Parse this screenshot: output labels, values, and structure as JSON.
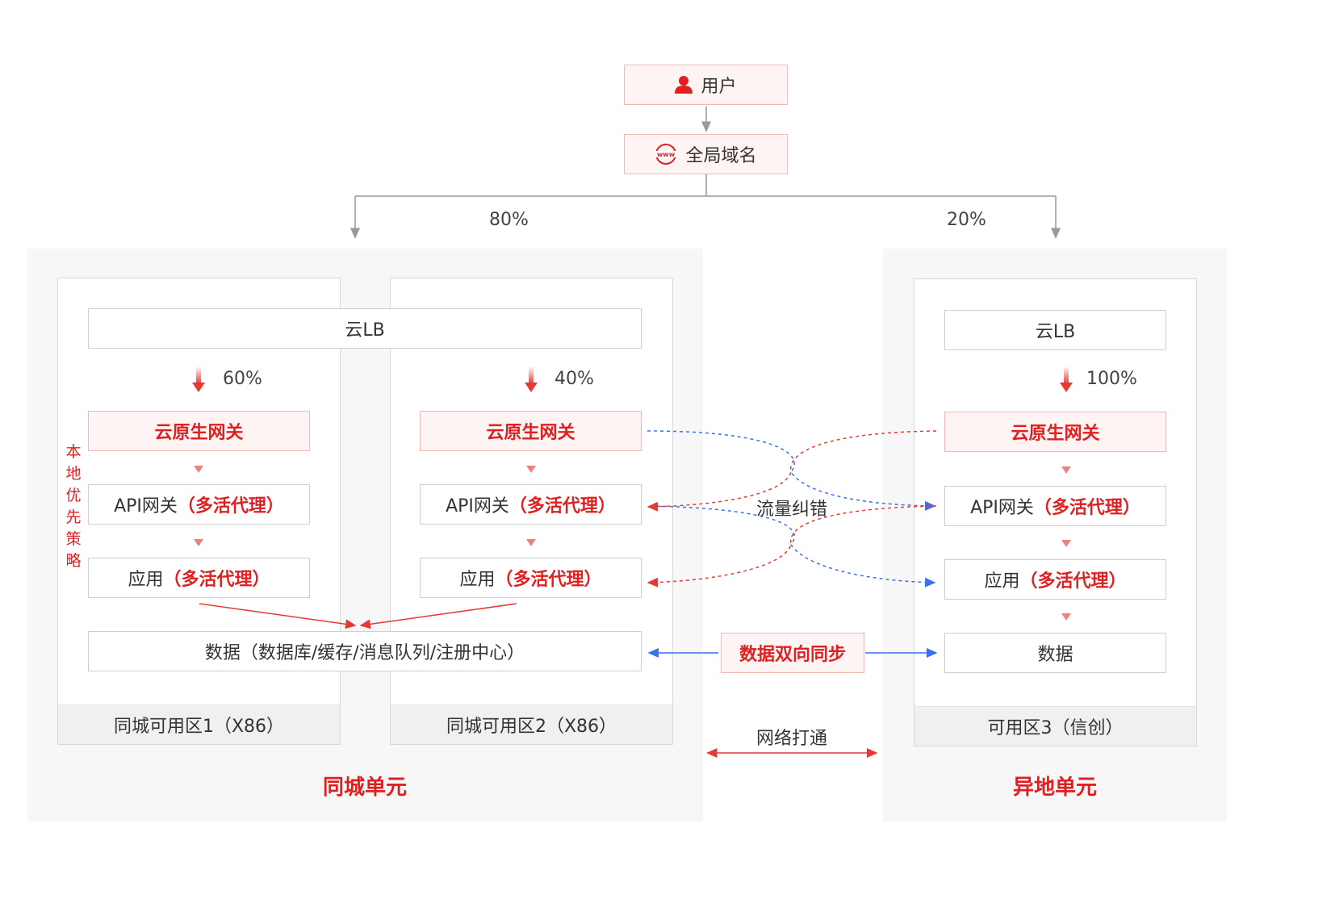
{
  "top": {
    "user": {
      "icon": "user-icon",
      "label": "用户"
    },
    "domain": {
      "icon": "www-globe-icon",
      "label": "全局域名"
    }
  },
  "split": {
    "left_pct": "80%",
    "right_pct": "20%"
  },
  "same_city_unit": {
    "label": "同城单元",
    "cloud_lb": "云LB",
    "zone1": {
      "footer": "同城可用区1（X86）",
      "pct": "60%",
      "gateway": "云原生网关",
      "api_gateway": {
        "text": "API网关",
        "highlight": "（多活代理）"
      },
      "app": {
        "text": "应用",
        "highlight": "（多活代理）"
      }
    },
    "zone2": {
      "footer": "同城可用区2（X86）",
      "pct": "40%",
      "gateway": "云原生网关",
      "api_gateway": {
        "text": "API网关",
        "highlight": "（多活代理）"
      },
      "app": {
        "text": "应用",
        "highlight": "（多活代理）"
      }
    },
    "data": "数据（数据库/缓存/消息队列/注册中心）",
    "local_priority": [
      "本",
      "地",
      "优",
      "先",
      "策",
      "略"
    ]
  },
  "remote_unit": {
    "label": "异地单元",
    "zone3": {
      "footer": "可用区3（信创）",
      "cloud_lb": "云LB",
      "pct": "100%",
      "gateway": "云原生网关",
      "api_gateway": {
        "text": "API网关",
        "highlight": "（多活代理）"
      },
      "app": {
        "text": "应用",
        "highlight": "（多活代理）"
      },
      "data": "数据"
    }
  },
  "middle": {
    "traffic_correction": "流量纠错",
    "data_sync": "数据双向同步",
    "network": "网络打通"
  },
  "colors": {
    "accent_red": "#e02020",
    "light_red_fill": "#fff4f4",
    "dashed_blue": "#3b6ff2",
    "dashed_red": "#e53935",
    "connector_gray": "#999999",
    "unit_bg": "#f7f7f7"
  }
}
